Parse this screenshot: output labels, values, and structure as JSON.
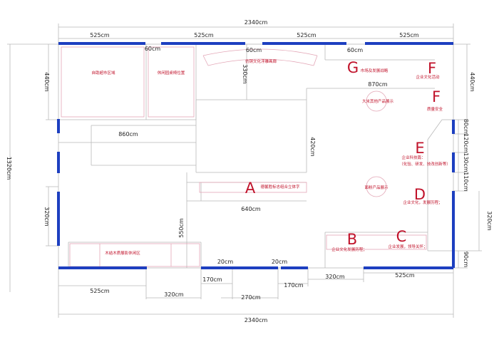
{
  "dimensions": {
    "total_width_top": "2340cm",
    "total_width_bottom": "2340cm",
    "total_height": "1320cm",
    "top_525_1": "525cm",
    "top_525_2": "525cm",
    "top_525_3": "525cm",
    "top_525_4": "525cm",
    "top_gap_60_1": "60cm",
    "top_gap_60_2": "60cm",
    "top_gap_60_3": "60cm",
    "left_440": "440cm",
    "left_320": "320cm",
    "right_440": "440cm",
    "right_80": "80cm",
    "right_120": "120cm",
    "right_130": "130cm",
    "right_110": "110cm",
    "right_320": "320cm",
    "right_90": "90cm",
    "inner_330": "330cm",
    "inner_870": "870cm",
    "inner_860": "860cm",
    "inner_420": "420cm",
    "inner_640": "640cm",
    "inner_550": "550cm",
    "bottom_20_1": "20cm",
    "bottom_20_2": "20cm",
    "bottom_525_left": "525cm",
    "bottom_320_left": "320cm",
    "bottom_170_1": "170cm",
    "bottom_270": "270cm",
    "bottom_170_2": "170cm",
    "bottom_320_right": "320cm",
    "bottom_525_right": "525cm"
  },
  "zones": {
    "self_service": "自助超市区域",
    "rest_seat": "休闲园桌椅位置",
    "corridor": "仿铜文化浮雕画廊",
    "g_letter": "G",
    "g_label": "市场及发展战略",
    "f1_letter": "F",
    "f1_label": "企业文化活动",
    "f2_letter": "F",
    "f2_label": "质量安全",
    "rice_products": "大米其他产品展示",
    "e_letter": "E",
    "e_label_1": "企业科技篇：",
    "e_label_2": "（化验、研发、技改创新等）",
    "a_letter": "A",
    "a_label": "德馨胜标志组合立体字",
    "flour_products": "面粉产品展示",
    "d_letter": "D",
    "d_label": "企业文化，发展历程；",
    "b_letter": "B",
    "b_label": "企业文化发展历程；",
    "c_letter": "C",
    "c_label": "企业发展，领导关怀；",
    "wood_rest": "木结木质展影休闲区"
  }
}
